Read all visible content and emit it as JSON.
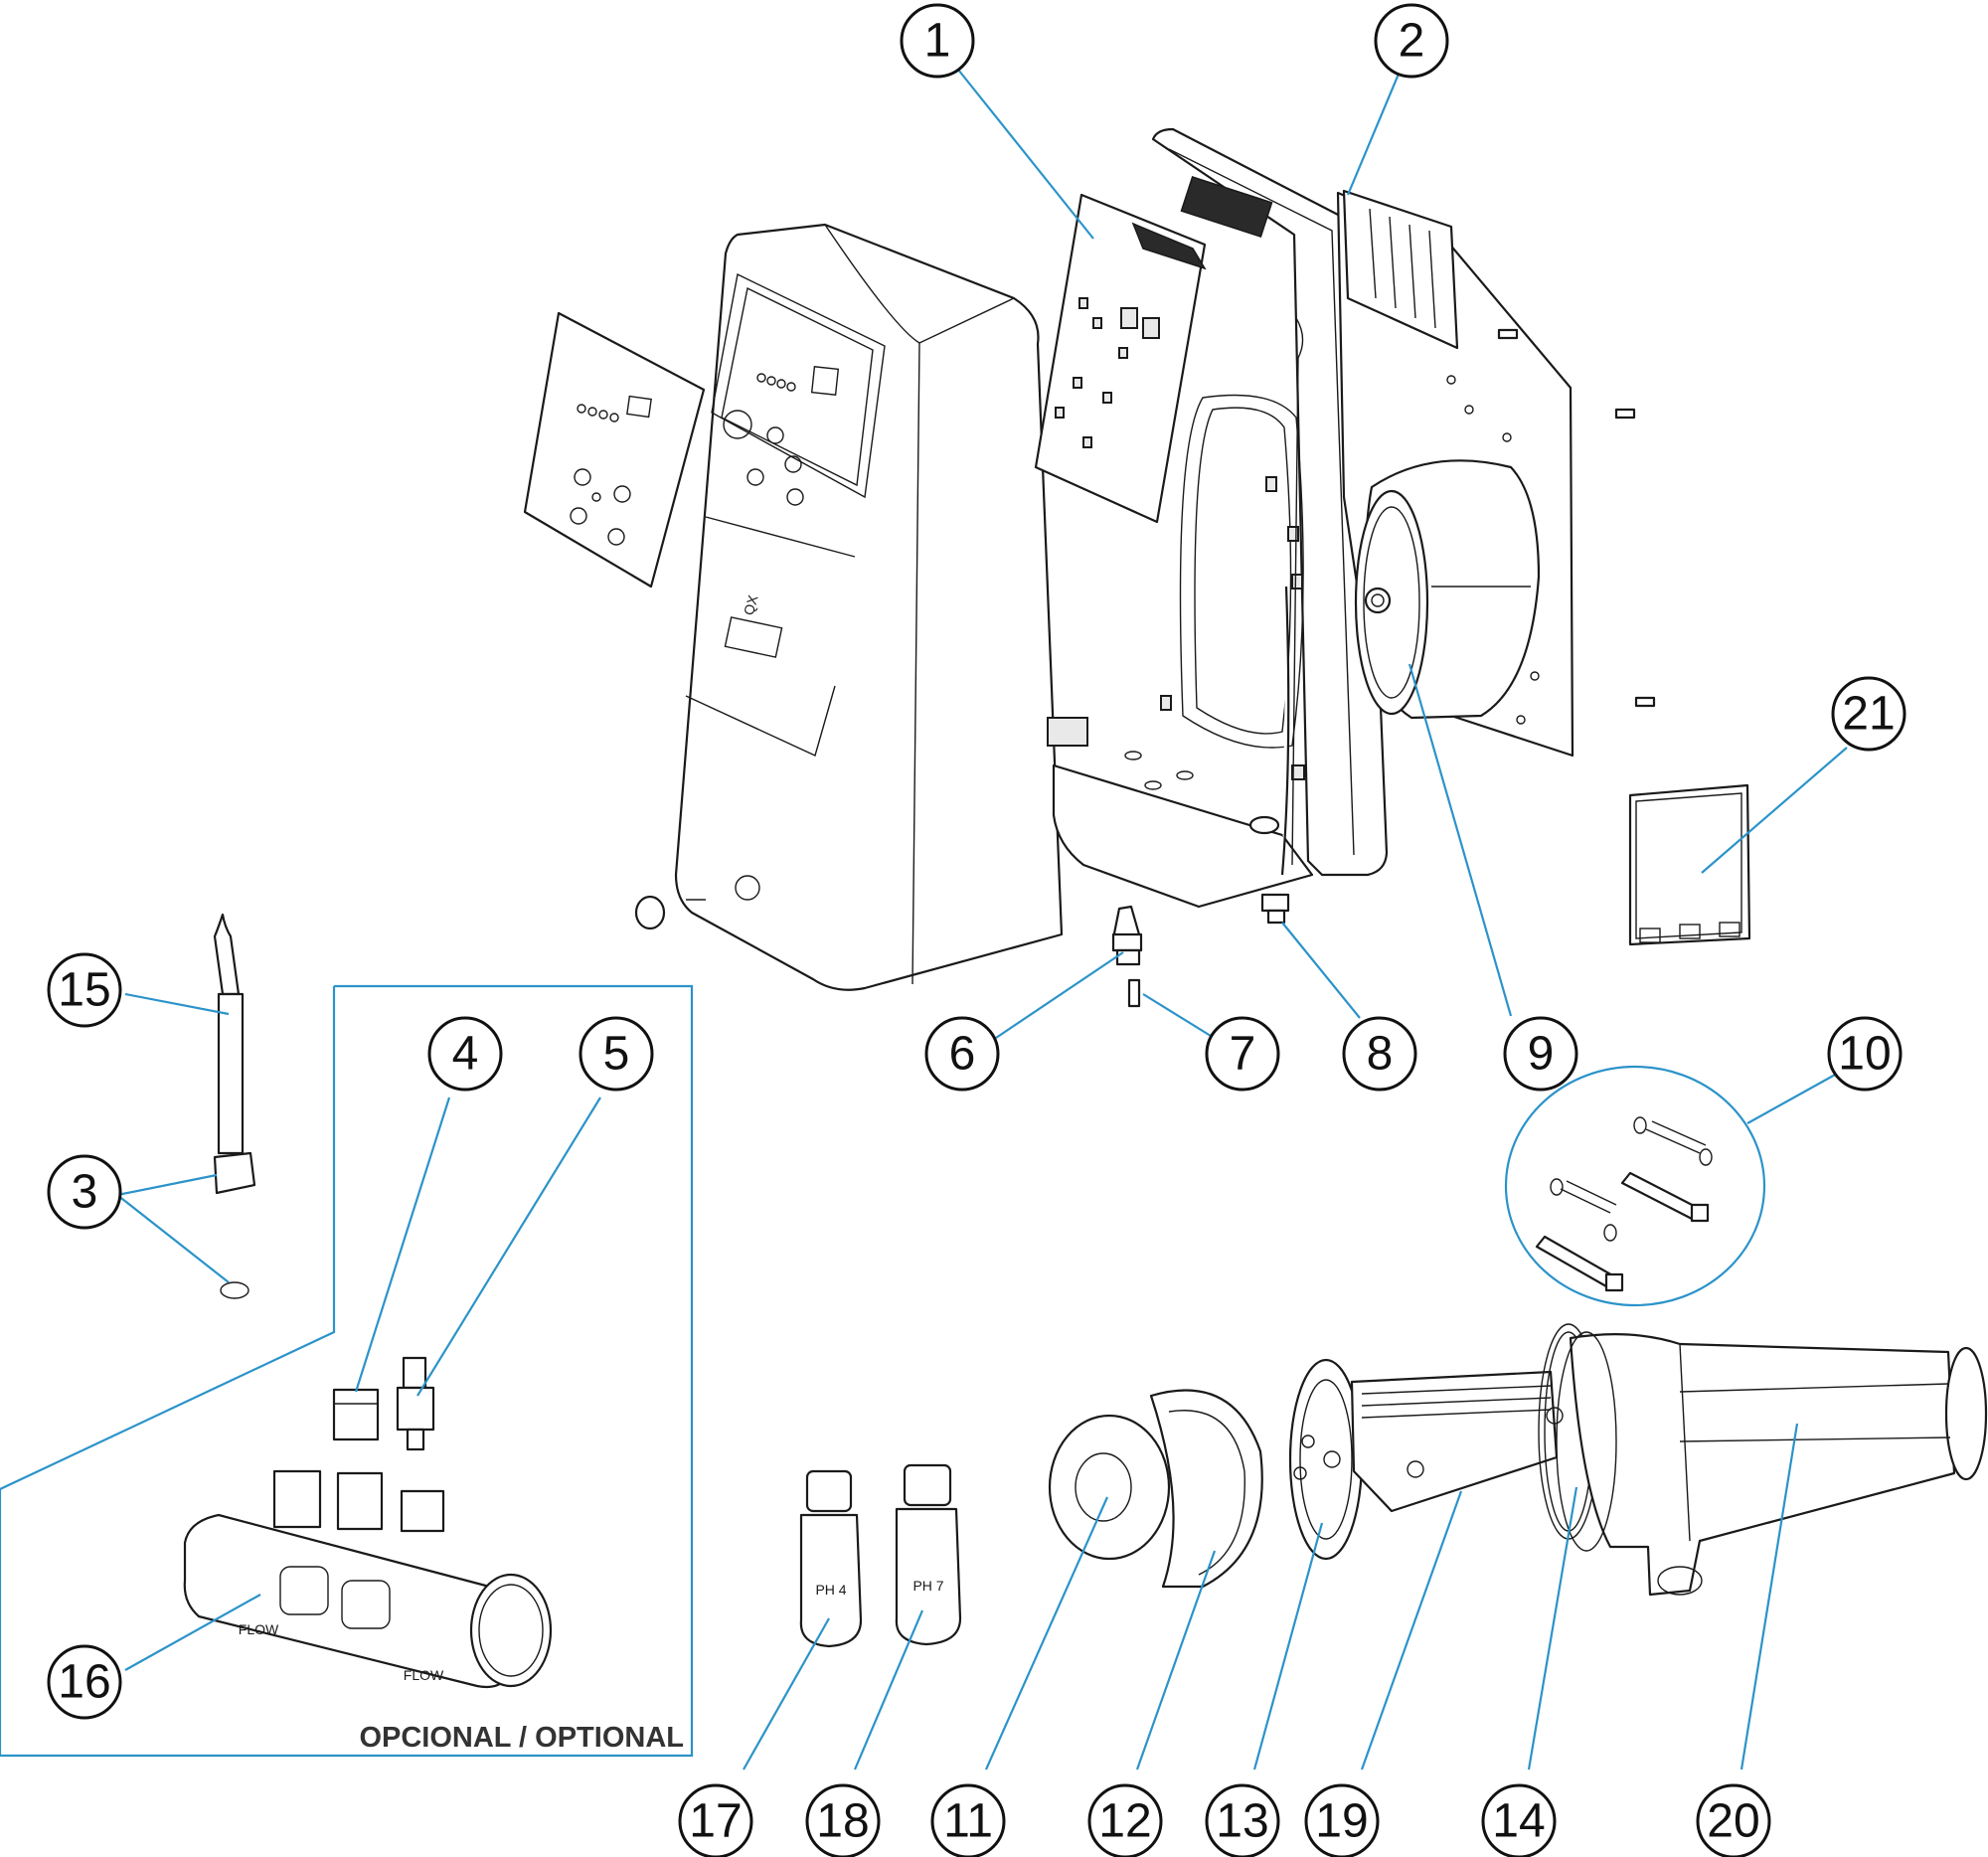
{
  "optional_label": "OPCIONAL / OPTIONAL",
  "bottle_labels": [
    "PH 4",
    "PH 7"
  ],
  "flow_label": "FLOW",
  "colors": {
    "leader": "#2b93c9",
    "line": "#1a1a1a",
    "optional_frame": "#2b93c9"
  },
  "callouts": [
    {
      "id": "c1",
      "label": "1"
    },
    {
      "id": "c2",
      "label": "2"
    },
    {
      "id": "c3",
      "label": "3"
    },
    {
      "id": "c4",
      "label": "4"
    },
    {
      "id": "c5",
      "label": "5"
    },
    {
      "id": "c6",
      "label": "6"
    },
    {
      "id": "c7",
      "label": "7"
    },
    {
      "id": "c8",
      "label": "8"
    },
    {
      "id": "c9",
      "label": "9"
    },
    {
      "id": "c10",
      "label": "10"
    },
    {
      "id": "c11",
      "label": "11"
    },
    {
      "id": "c12",
      "label": "12"
    },
    {
      "id": "c13",
      "label": "13"
    },
    {
      "id": "c14",
      "label": "14"
    },
    {
      "id": "c15",
      "label": "15"
    },
    {
      "id": "c16",
      "label": "16"
    },
    {
      "id": "c17",
      "label": "17"
    },
    {
      "id": "c18",
      "label": "18"
    },
    {
      "id": "c19",
      "label": "19"
    },
    {
      "id": "c20",
      "label": "20"
    },
    {
      "id": "c21",
      "label": "21"
    }
  ]
}
